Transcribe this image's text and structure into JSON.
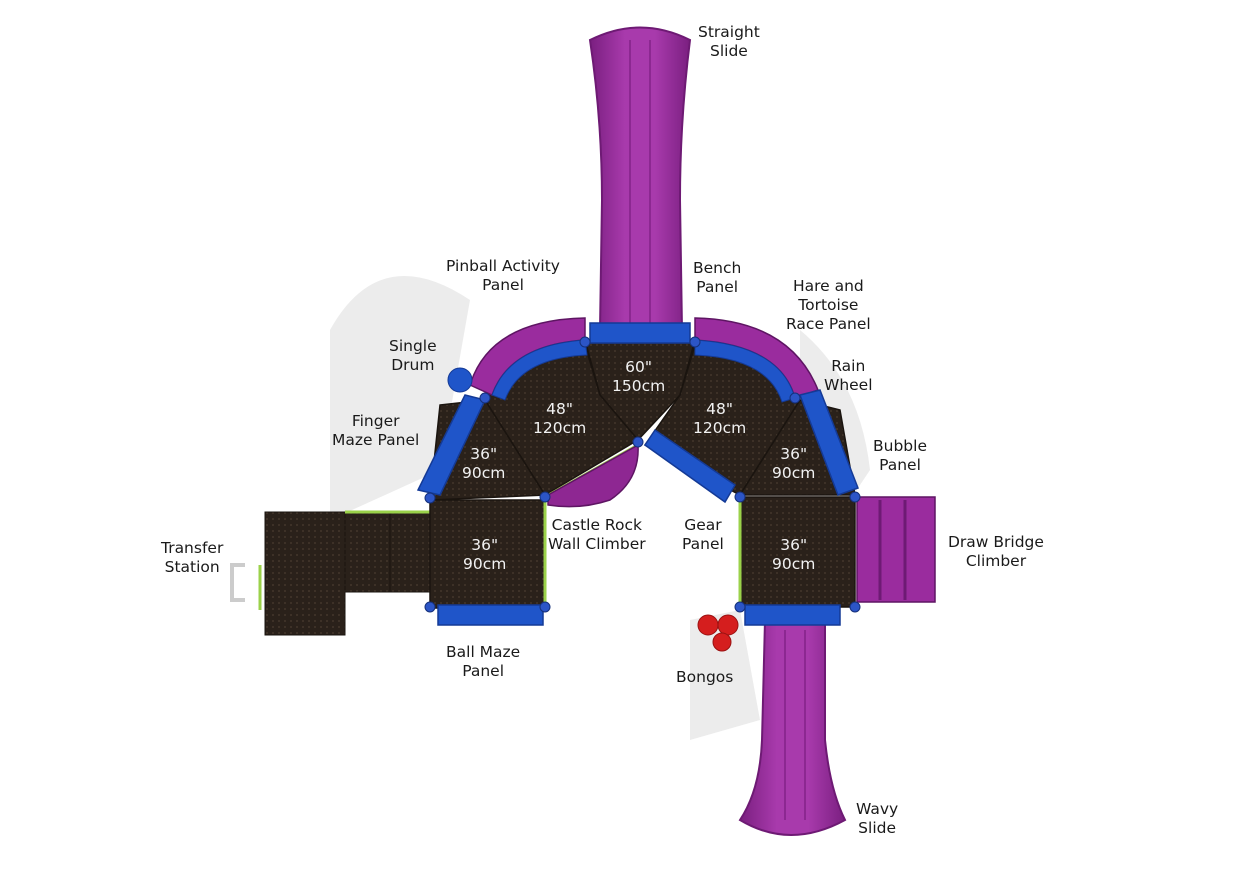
{
  "colors": {
    "slide": "#9a2c9e",
    "slide_dark": "#6e1a74",
    "panel_blue": "#1f55c9",
    "panel_blue_dark": "#143a96",
    "deck": "#2a211a",
    "deck_light": "#3b2f25",
    "trim_green": "#9bd24a",
    "bongo_red": "#d51e1e",
    "shadow": "#e6e6e6"
  },
  "labels": {
    "straight_slide": [
      "Straight",
      "Slide"
    ],
    "pinball_panel": [
      "Pinball Activity",
      "Panel"
    ],
    "bench_panel": [
      "Bench",
      "Panel"
    ],
    "hare_tortoise": [
      "Hare and",
      "Tortoise",
      "Race Panel"
    ],
    "single_drum": [
      "Single",
      "Drum"
    ],
    "rain_wheel": [
      "Rain",
      "Wheel"
    ],
    "finger_maze": [
      "Finger",
      "Maze Panel"
    ],
    "bubble_panel": [
      "Bubble",
      "Panel"
    ],
    "transfer_station": [
      "Transfer",
      "Station"
    ],
    "castle_rock": [
      "Castle Rock",
      "Wall Climber"
    ],
    "gear_panel": [
      "Gear",
      "Panel"
    ],
    "draw_bridge": [
      "Draw Bridge",
      "Climber"
    ],
    "ball_maze": [
      "Ball Maze",
      "Panel"
    ],
    "bongos": [
      "Bongos"
    ],
    "wavy_slide": [
      "Wavy",
      "Slide"
    ]
  },
  "decks": {
    "center": [
      "60\"",
      "150cm"
    ],
    "left_48": [
      "48\"",
      "120cm"
    ],
    "right_48": [
      "48\"",
      "120cm"
    ],
    "left_36_upper": [
      "36\"",
      "90cm"
    ],
    "right_36_upper": [
      "36\"",
      "90cm"
    ],
    "left_36_lower": [
      "36\"",
      "90cm"
    ],
    "right_36_lower": [
      "36\"",
      "90cm"
    ]
  }
}
